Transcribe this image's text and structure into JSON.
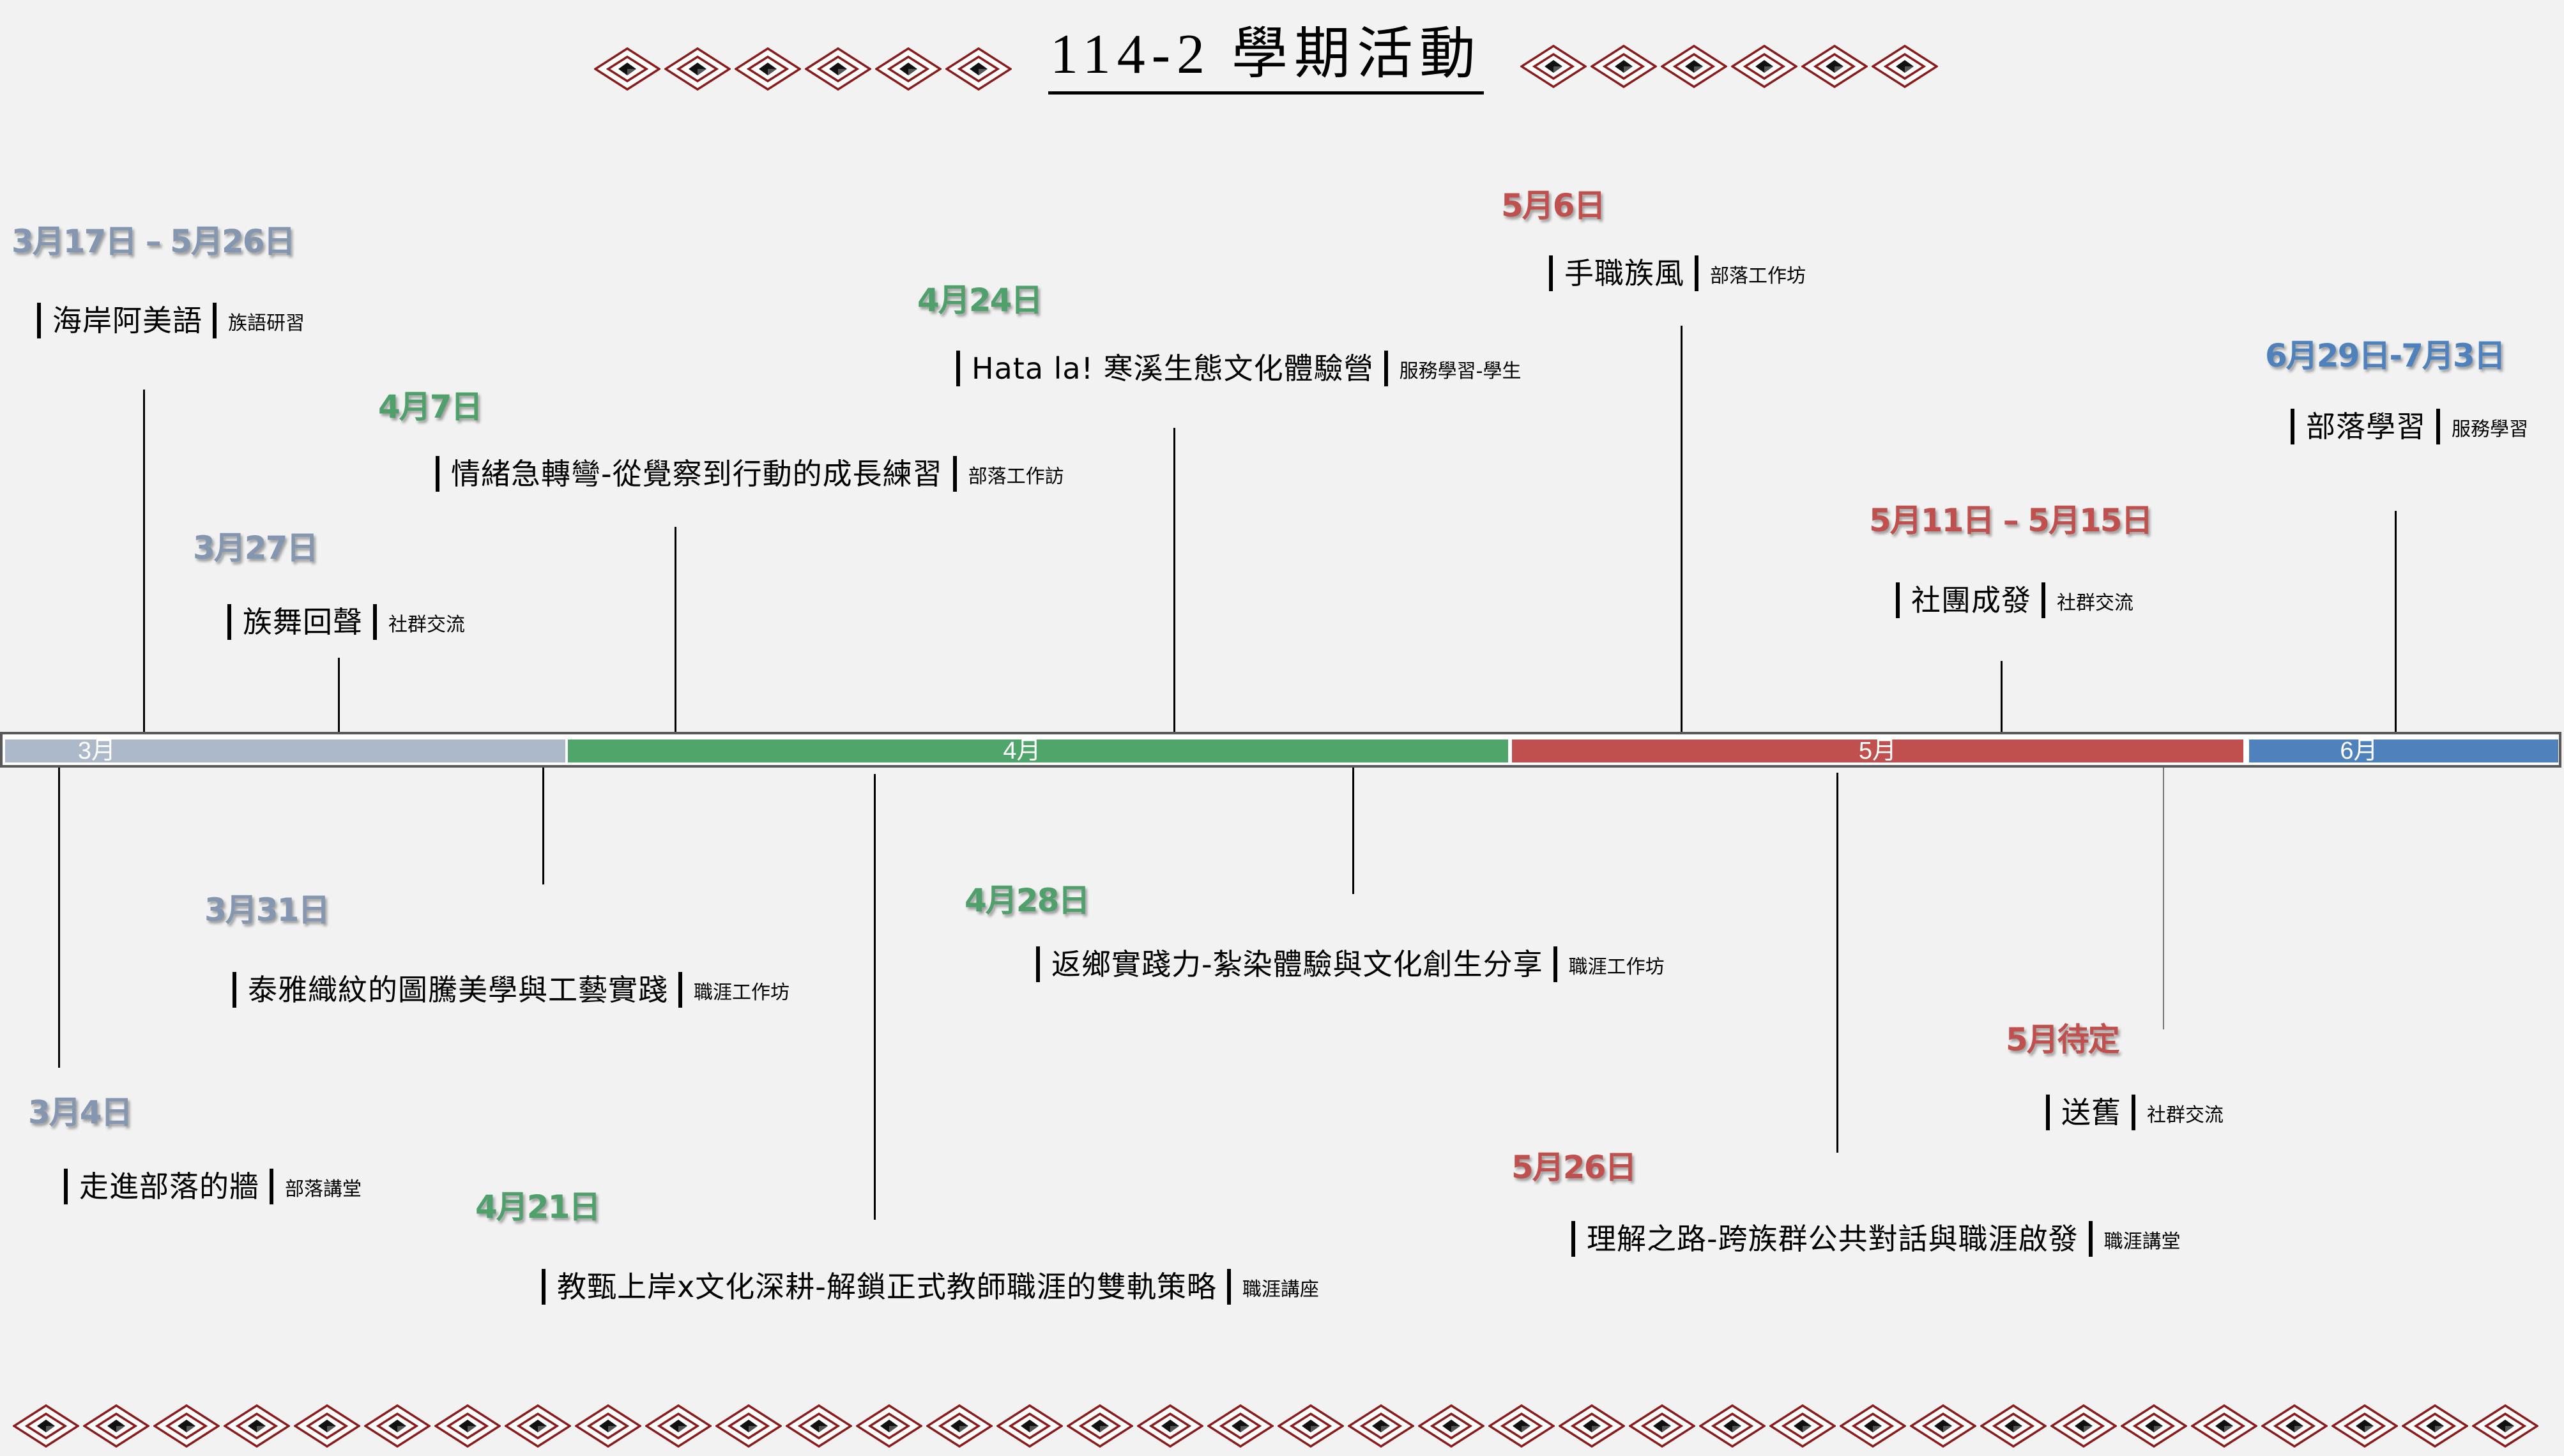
{
  "title": "114-2 學期活動",
  "colors": {
    "background": "#f2f2f2",
    "march": "#acb9ca",
    "april": "#4fa56a",
    "may": "#c0504d",
    "june": "#4f81bd",
    "march_date": "#8496b0",
    "april_date": "#4fa06a",
    "may_date": "#c0504d",
    "june_date": "#4f81bd",
    "diamond_outline": "#8b1a1a",
    "bar_frame": "#595959"
  },
  "timeline": {
    "months": [
      {
        "label": "3月",
        "color": "#acb9ca"
      },
      {
        "label": "4月",
        "color": "#4fa56a"
      },
      {
        "label": "5月",
        "color": "#c0504d"
      },
      {
        "label": "6月",
        "color": "#4f81bd"
      }
    ]
  },
  "events_above": [
    {
      "date": "3月17日 – 5月26日",
      "name": "海岸阿美語",
      "category": "族語研習",
      "month": "3月"
    },
    {
      "date": "3月27日",
      "name": "族舞回聲",
      "category": "社群交流",
      "month": "3月"
    },
    {
      "date": "4月7日",
      "name": "情緒急轉彎-從覺察到行動的成長練習",
      "category": "部落工作訪",
      "month": "4月"
    },
    {
      "date": "4月24日",
      "name": "Hata la! 寒溪生態文化體驗營",
      "category": "服務學習-學生",
      "month": "4月"
    },
    {
      "date": "5月6日",
      "name": "手職族風",
      "category": "部落工作坊",
      "month": "5月"
    },
    {
      "date": "5月11日 – 5月15日",
      "name": "社團成發",
      "category": "社群交流",
      "month": "5月"
    },
    {
      "date": "6月29日-7月3日",
      "name": "部落學習",
      "category": "服務學習",
      "month": "6月"
    }
  ],
  "events_below": [
    {
      "date": "3月4日",
      "name": "走進部落的牆",
      "category": "部落講堂",
      "month": "3月"
    },
    {
      "date": "3月31日",
      "name": "泰雅織紋的圖騰美學與工藝實踐",
      "category": "職涯工作坊",
      "month": "3月"
    },
    {
      "date": "4月21日",
      "name": "教甄上岸x文化深耕-解鎖正式教師職涯的雙軌策略",
      "category": "職涯講座",
      "month": "4月"
    },
    {
      "date": "4月28日",
      "name": "返鄉實踐力-紮染體驗與文化創生分享",
      "category": "職涯工作坊",
      "month": "4月"
    },
    {
      "date": "5月26日",
      "name": "理解之路-跨族群公共對話與職涯啟發",
      "category": "職涯講堂",
      "month": "5月"
    },
    {
      "date": "5月待定",
      "name": "送舊",
      "category": "社群交流",
      "month": "5月"
    }
  ],
  "decorations": {
    "top_left_diamonds": 6,
    "top_right_diamonds": 6,
    "bottom_diamonds": 36,
    "icon": "concentric-diamond-icon"
  }
}
